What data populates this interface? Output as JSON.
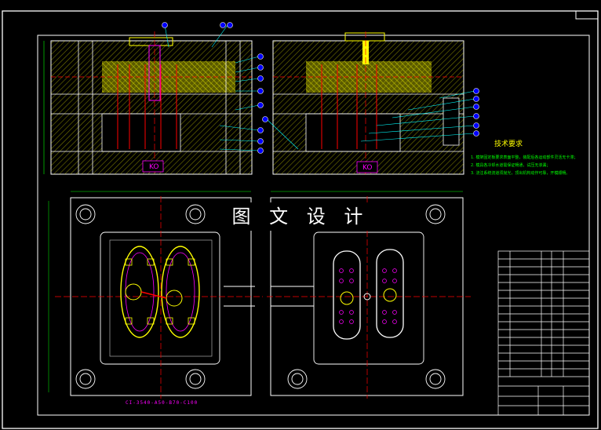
{
  "banner": "图 文 设 计",
  "tech_title": "技术要求",
  "notes": [
    "1. 模架固定板要求表面平整，装配后各运动部件灵活无卡滞；",
    "2. 模具各冷却水道需保证畅通，试压无渗漏；",
    "3. 浇注系统流道须抛光，顶出机构动作可靠，开模顺畅。"
  ],
  "ko_label": "KO",
  "part_number": "CI-3540-A50-B70-C100",
  "colors": {
    "frame": "#ffffff",
    "plate": "#ffff00",
    "leader": "#00ffff",
    "red": "#ff0000",
    "magenta": "#ff00ff",
    "green": "#00ff00",
    "blue": "#3355ff",
    "gray": "#aaaaaa"
  }
}
